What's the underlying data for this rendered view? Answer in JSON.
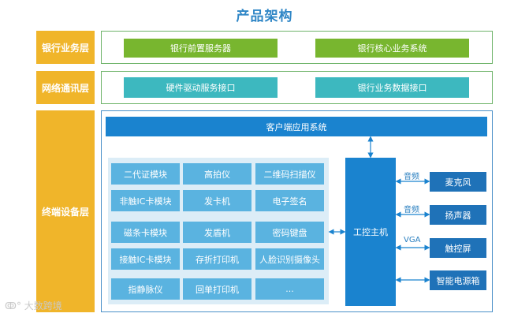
{
  "title": "产品架构",
  "layers": {
    "bank": {
      "label": "银行业务层",
      "boxes": [
        "银行前置服务器",
        "银行核心业务系统"
      ]
    },
    "network": {
      "label": "网络通讯层",
      "boxes": [
        "硬件驱动服务接口",
        "银行业务数据接口"
      ]
    },
    "terminal": {
      "label": "终端设备层",
      "app_bar": "客户端应用系统",
      "modules": [
        "二代证模块",
        "高拍仪",
        "二维码扫描仪",
        "非触IC卡模块",
        "发卡机",
        "电子签名",
        "磁条卡模块",
        "发盾机",
        "密码键盘",
        "接触IC卡模块",
        "存折打印机",
        "人脸识别摄像头",
        "指静脉仪",
        "回单打印机",
        "..."
      ],
      "host": "工控主机",
      "devices": [
        {
          "conn": "音频",
          "name": "麦克风"
        },
        {
          "conn": "音频",
          "name": "扬声器"
        },
        {
          "conn": "VGA",
          "name": "触控屏"
        },
        {
          "conn": "",
          "name": "智能电源箱"
        }
      ]
    }
  },
  "watermark": "大数跨境",
  "colors": {
    "label_bg": "#f0b52a",
    "green": "#78b62f",
    "teal": "#3db8bf",
    "blue": "#1a83cf",
    "module": "#5ab3e0"
  }
}
